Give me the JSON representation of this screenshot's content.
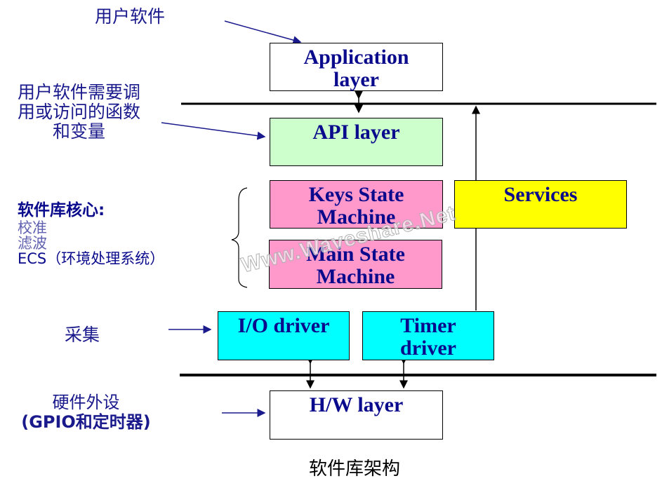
{
  "diagram": {
    "caption": "软件库架构",
    "layers": {
      "application": {
        "line1": "Application",
        "line2": "layer",
        "color": "#ffffff"
      },
      "api": {
        "label": "API layer",
        "color": "#ccffcc"
      },
      "keys_sm": {
        "line1": "Keys State",
        "line2": "Machine",
        "color": "#ff99cc"
      },
      "main_sm": {
        "line1": "Main State",
        "line2": "Machine",
        "color": "#ff99cc"
      },
      "services": {
        "label": "Services",
        "color": "#ffff00"
      },
      "io_driver": {
        "label": "I/O driver",
        "color": "#00ffff"
      },
      "timer_driver": {
        "line1": "Timer",
        "line2": "driver",
        "color": "#00ffff"
      },
      "hw": {
        "label": "H/W layer",
        "color": "#ffffff"
      }
    },
    "annotations": {
      "user_software": "用户软件",
      "api_desc": [
        "用户软件需要调",
        "用或访问的函数",
        "和变量"
      ],
      "core_title": "软件库核心:",
      "core_items": [
        "校准",
        "滤波",
        "ECS（环境处理系统）"
      ],
      "acquisition": "采集",
      "hw_desc": [
        "硬件外设",
        "(GPIO和定时器)"
      ]
    },
    "watermark": "Www.Waveshare.Net",
    "text_color": "#0a0a8c"
  }
}
